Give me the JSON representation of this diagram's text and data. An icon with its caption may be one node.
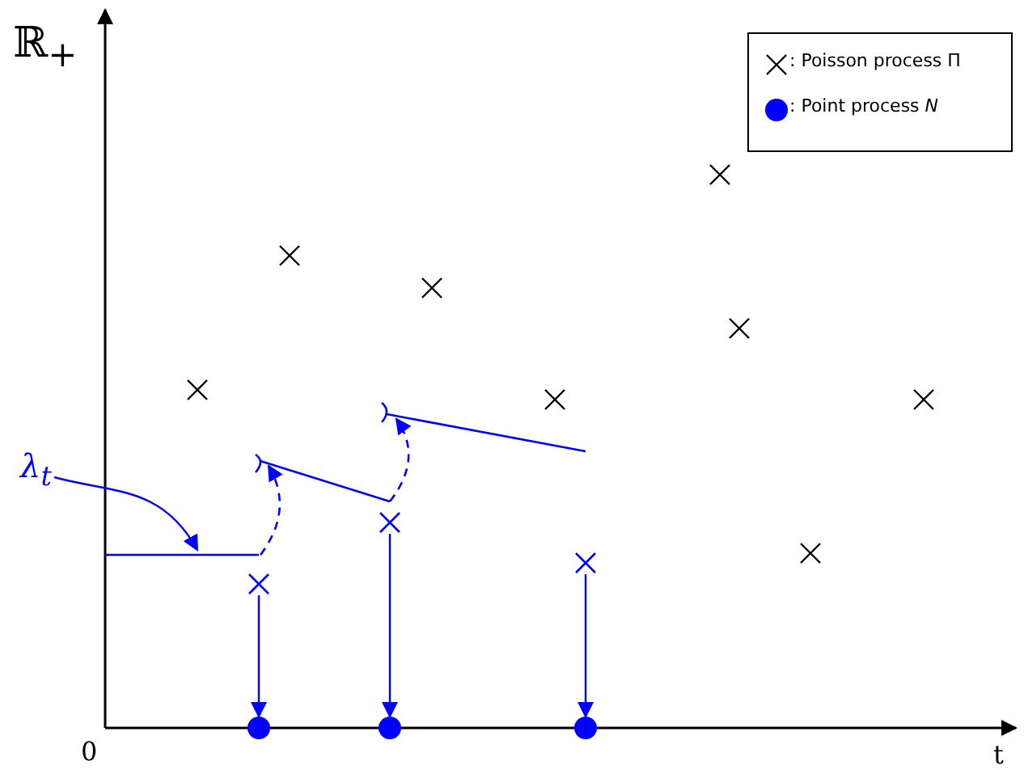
{
  "diagram": {
    "nodes": [
      {
        "text": [],
        "shape": "cross"
      },
      {
        "text": [],
        "shape": "cross"
      },
      {
        "text": [],
        "shape": "cross"
      },
      {
        "text": [],
        "shape": "circle"
      },
      {
        "text": [],
        "shape": "circle"
      },
      {
        "text": [],
        "shape": "circle"
      },
      {
        "text": [
          "λ$_{t}$"
        ]
      }
    ],
    "edges": [
      {
        "from": 0,
        "to": 3,
        "arrow": "to"
      },
      {
        "from": 1,
        "to": 4,
        "arrow": "to"
      },
      {
        "from": 2,
        "to": 5,
        "arrow": "to"
      },
      {
        "from": 6,
        "to": null,
        "arrow": "to"
      }
    ],
    "labels": [
      "ℝ$_{+}$",
      "0",
      "t"
    ],
    "legend": [
      {
        "text": ": Poisson process Π"
      },
      {
        "text": ": Point process *N*",
        "color": "#0000ff"
      }
    ]
  }
}
